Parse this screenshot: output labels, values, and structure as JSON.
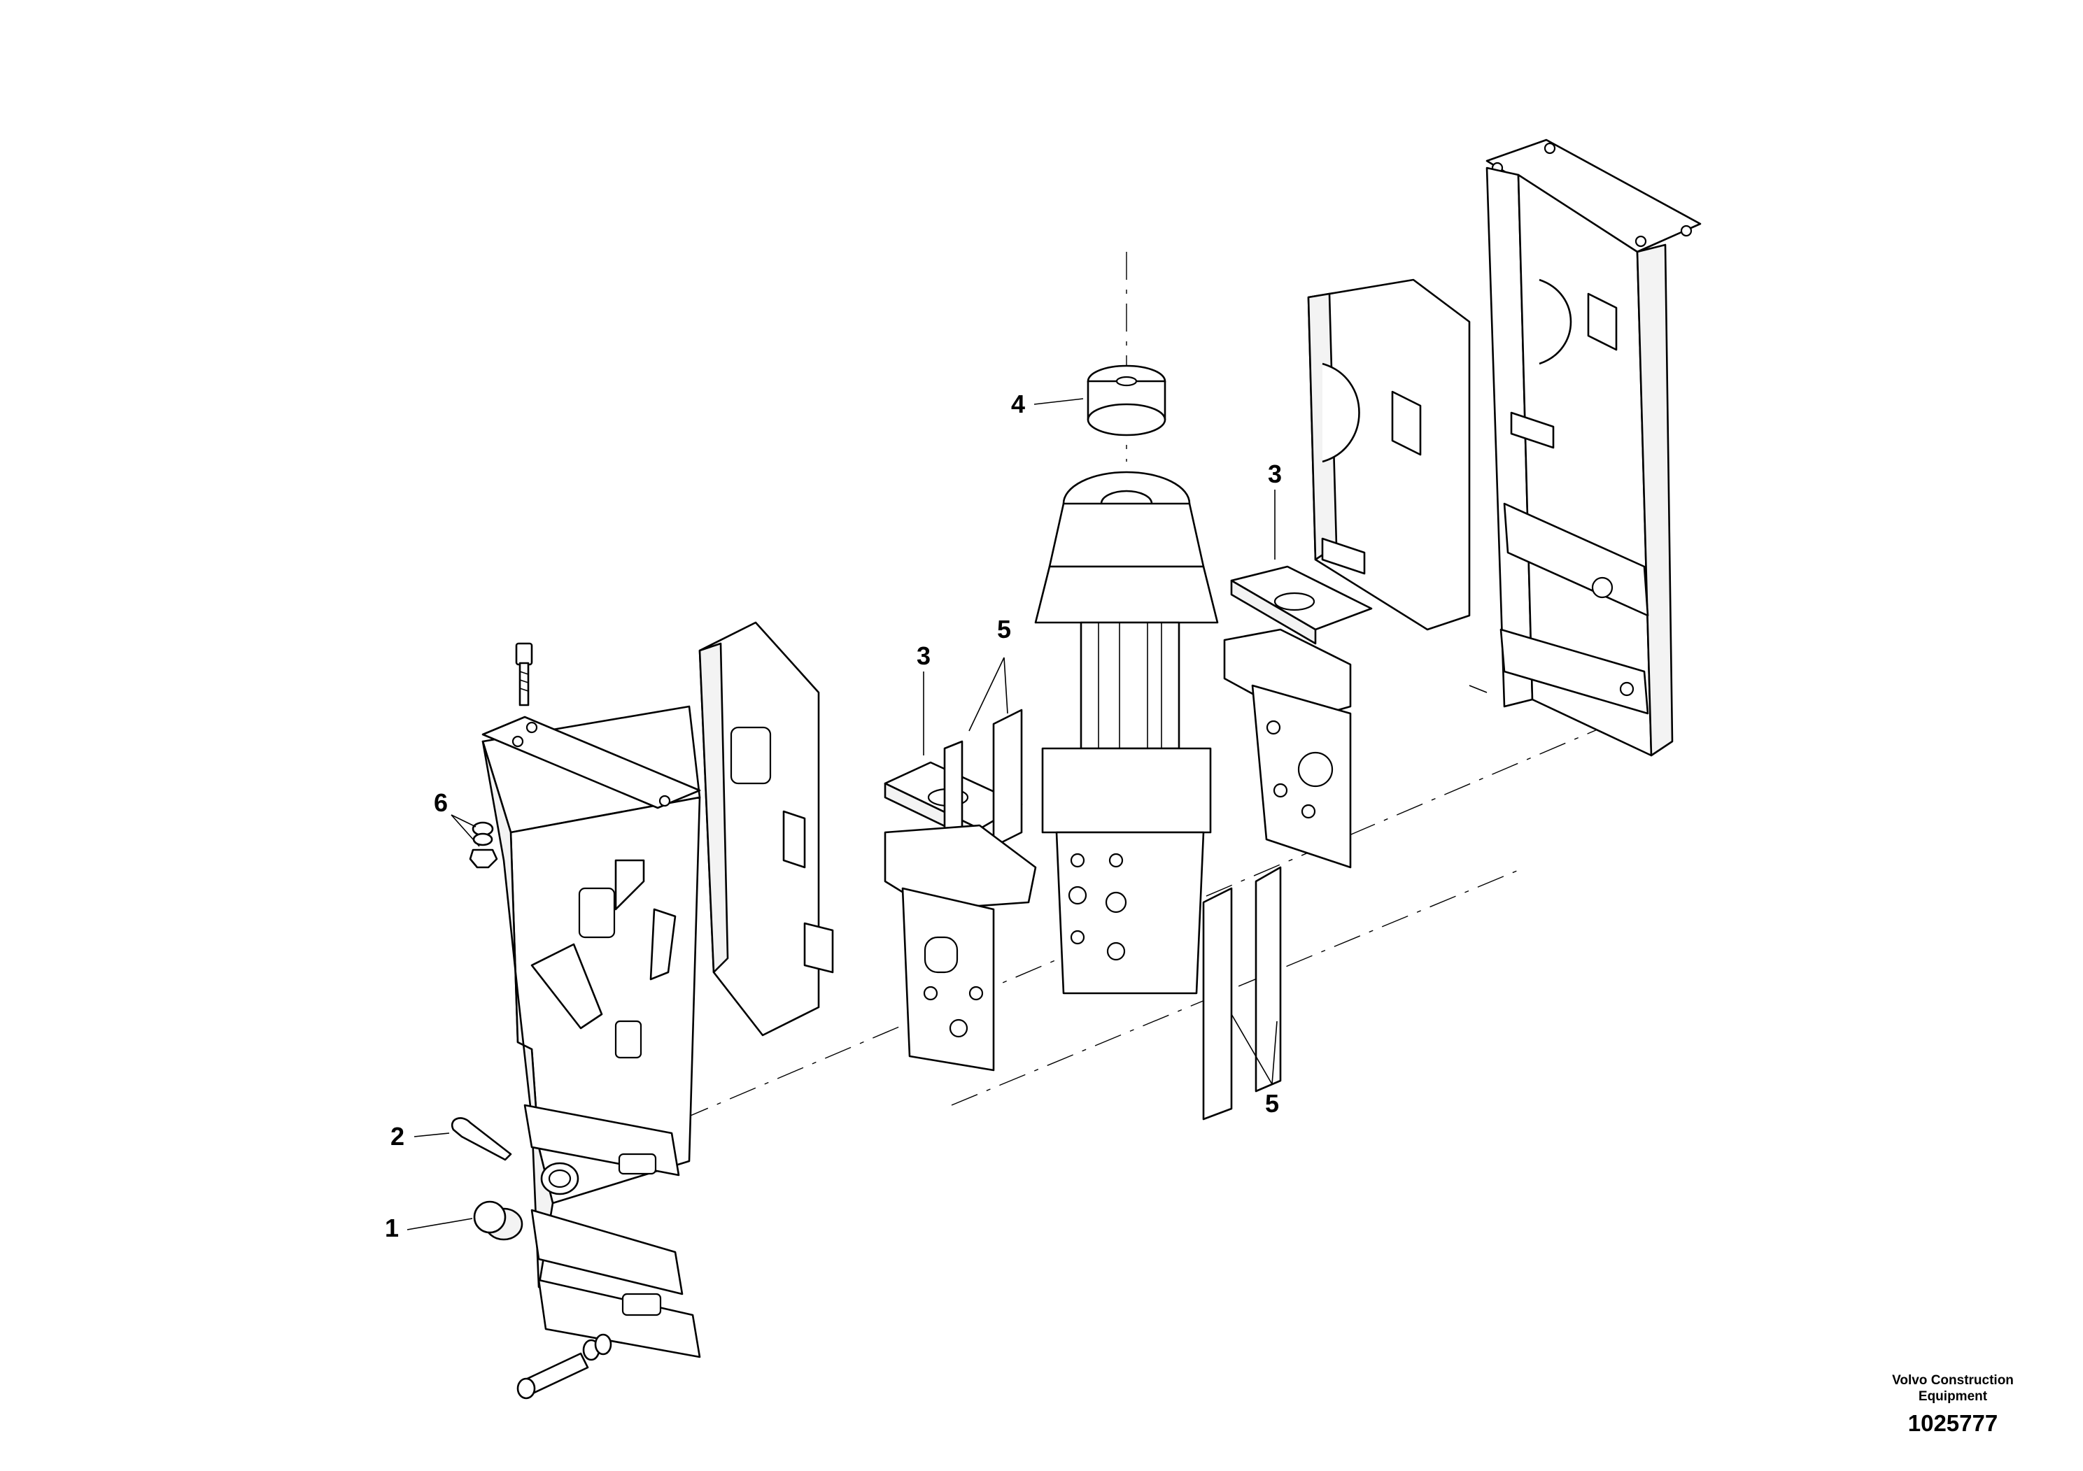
{
  "callouts": {
    "c1": "1",
    "c2": "2",
    "c3a": "3",
    "c3b": "3",
    "c4": "4",
    "c5a": "5",
    "c5b": "5",
    "c6": "6"
  },
  "footer": {
    "company_line1": "Volvo Construction",
    "company_line2": "Equipment",
    "drawing_number": "1025777"
  },
  "icons": [
    "bolt-icon",
    "cotter-pin-icon",
    "bushing-icon",
    "nut-washer-icon",
    "damper-icon"
  ]
}
